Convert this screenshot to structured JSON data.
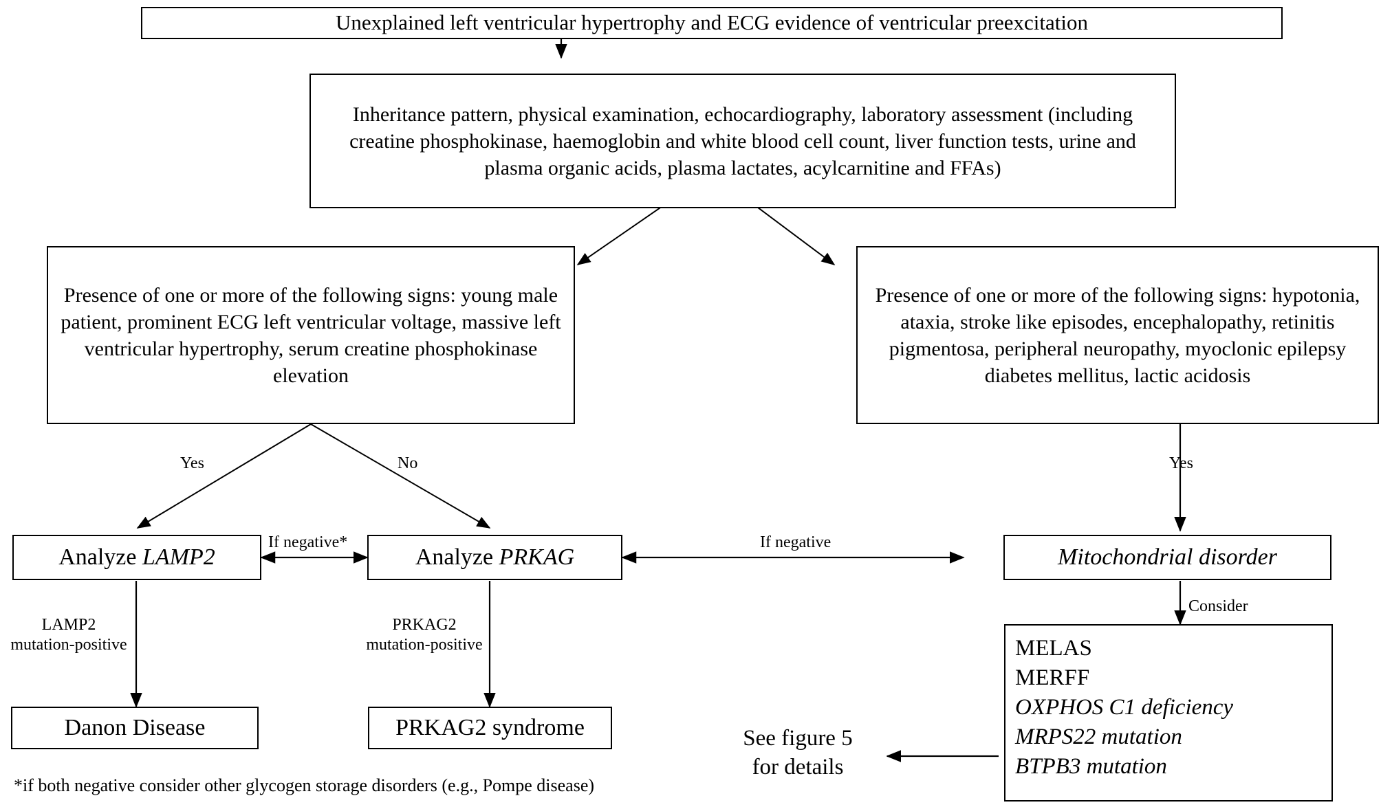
{
  "figure": {
    "type": "clinical-diagnostic-flowchart",
    "title_box": {
      "text": "Unexplained left ventricular hypertrophy and ECG evidence of ventricular preexcitation"
    },
    "workup_box": {
      "text": "Inheritance pattern, physical examination, echocardiography, laboratory assessment (including creatine phosphokinase, haemoglobin and white blood cell count, liver function tests, urine and plasma organic acids, plasma lactates, acylcarnitine and FFAs)"
    },
    "left_signs_box": {
      "text": "Presence of one or more of the following signs:  young male patient, prominent ECG left ventricular voltage, massive left ventricular hypertrophy, serum creatine phosphokinase elevation"
    },
    "right_signs_box": {
      "text": "Presence of one or more of the following signs: hypotonia, ataxia, stroke like episodes, encephalopathy, retinitis pigmentosa, peripheral neuropathy, myoclonic epilepsy diabetes mellitus, lactic acidosis"
    },
    "analyze_lamp2_box": {
      "prefix": "Analyze ",
      "gene": "LAMP2"
    },
    "analyze_prkag_box": {
      "prefix": "Analyze ",
      "gene": "PRKAG"
    },
    "mitochondrial_box": {
      "text": "Mitochondrial disorder"
    },
    "danon_box": {
      "text": "Danon Disease"
    },
    "prkag2_box": {
      "text": "PRKAG2 syndrome"
    },
    "consider_list_box": {
      "items": [
        {
          "text": "MELAS",
          "italic": false
        },
        {
          "text": "MERFF",
          "italic": false
        },
        {
          "text": "OXPHOS C1 deficiency",
          "italic": true
        },
        {
          "text": "MRPS22 mutation",
          "italic": true
        },
        {
          "text": "BTPB3 mutation",
          "italic": true
        }
      ]
    },
    "see_figure_note": {
      "line1": "See figure 5",
      "line2": "for details"
    },
    "footnote": {
      "text": "*if both negative consider other glycogen storage disorders (e.g., Pompe disease)"
    },
    "edge_labels": {
      "yes_left": "Yes",
      "no_left": "No",
      "yes_right": "Yes",
      "if_negative_star": "If negative*",
      "if_negative": "If negative",
      "consider": "Consider",
      "lamp2_mutation_l1": "LAMP2",
      "lamp2_mutation_l2": "mutation-positive",
      "prkag2_mutation_l1": "PRKAG2",
      "prkag2_mutation_l2": "mutation-positive"
    },
    "colors": {
      "stroke": "#000000",
      "background": "#ffffff",
      "text": "#000000"
    }
  }
}
